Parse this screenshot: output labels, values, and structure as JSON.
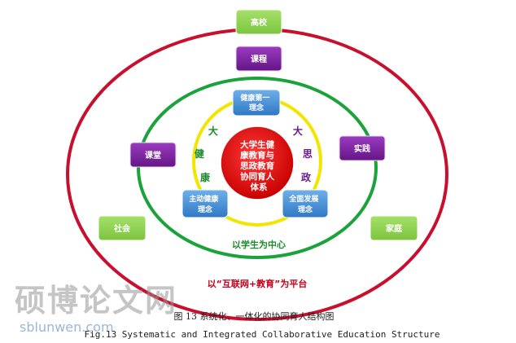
{
  "center": "大学生健康教育与思政教育协同育人体系",
  "center_lines": [
    "大学生健",
    "康教育与",
    "思政教育",
    "协同育人",
    "体系"
  ],
  "inner_nodes": {
    "health_first": [
      "健康第一",
      "理念"
    ],
    "active_health": [
      "主动健康",
      "理念"
    ],
    "all_round": [
      "全面发展",
      "理念"
    ]
  },
  "vertical_labels": {
    "big_health": [
      "大",
      "健",
      "康"
    ],
    "big_ideology": [
      "大",
      "思",
      "政"
    ]
  },
  "middle_nodes": {
    "course": "课程",
    "classroom": "课堂",
    "practice": "实践"
  },
  "middle_ring_label": "以学生为中心",
  "outer_nodes": {
    "university": "高校",
    "society": "社会",
    "family": "家庭"
  },
  "outer_ring_label": "以“互联网+教育”为平台",
  "caption_zh": "图 13 系统化、一体化的协同育人结构图",
  "caption_en": "Fig.13 Systematic and Integrated Collaborative Education Structure",
  "watermark_cn": "硕博论文网",
  "watermark_en": "sblunwen.com",
  "colors": {
    "outer_ring": "#c8102e",
    "middle_ring": "#1aa33a",
    "inner_ring": "#f2e600",
    "center": "#e00000",
    "blue_box": "#3a86d0",
    "purple_box": "#7a1f9a",
    "green_box": "#8fd14f",
    "green_text": "#1a8a2a",
    "purple_text": "#6a1a8a",
    "red_text": "#c0001a"
  }
}
